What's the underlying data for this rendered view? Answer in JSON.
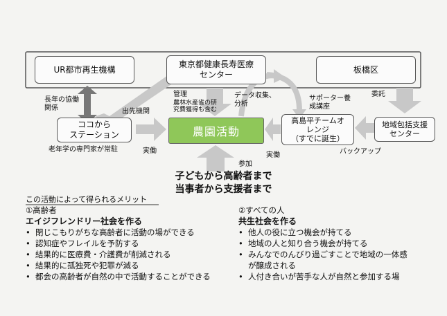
{
  "boxes": {
    "ur": "UR都市再生機構",
    "tokyo_line1": "東京都健康長寿医療",
    "tokyo_line2": "センター",
    "itabashi": "板橋区",
    "kokokara_line1": "ココから",
    "kokokara_line2": "ステーション",
    "nouen": "農園活動",
    "takashima_line1": "高島平チームオ",
    "takashima_line2": "レンジ",
    "takashima_line3": "（すでに誕生）",
    "chiiki_line1": "地域包括支援",
    "chiiki_line2": "センター"
  },
  "labels": {
    "collab_line1": "長年の協働",
    "collab_line2": "関係",
    "dispatch": "出先機関",
    "kanri": "管理",
    "noushin_line1": "農林水産省の研",
    "noushin_line2": "究費獲得も含む",
    "data_line1": "データ収集、",
    "data_line2": "分析",
    "supporter_line1": "サポーター養",
    "supporter_line2": "成講座",
    "itaku": "委託",
    "senmonka": "老年学の専門家が常駐",
    "jitsudo_left": "実働",
    "jitsudo_right": "実働",
    "backup": "バックアップ",
    "sanka": "参加",
    "headline1": "子どもから高齢者まで",
    "headline2": "当事者から支援者まで"
  },
  "merits": {
    "heading": "この活動によって得られるメリット",
    "left": {
      "number": "①高齢者",
      "title": "エイジフレンドリー社会を作る",
      "items": [
        "閉じこもりがちな高齢者に活動の場ができる",
        "認知症やフレイルを予防する",
        "結果的に医療費・介護費が削減される",
        "結果的に孤独死や犯罪が減る",
        "都会の高齢者が自然の中で活動することができる"
      ]
    },
    "right": {
      "number": "②すべての人",
      "title": "共生社会を作る",
      "items": [
        "他人の役に立つ機会が持てる",
        "地域の人と知り合う機会が持てる",
        "みんなでのんびり過ごすことで地域の一体感",
        "が醸成される",
        "人付き合いが苦手な人が自然と参加する場"
      ]
    }
  },
  "colors": {
    "green": "#8fc759",
    "arrow": "#c8c8c8",
    "border": "#555555"
  }
}
